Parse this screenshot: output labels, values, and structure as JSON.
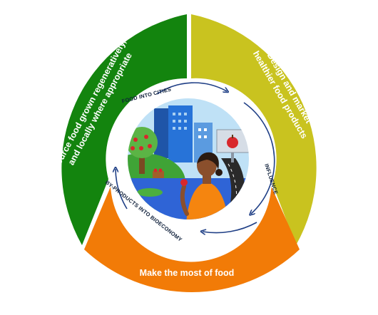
{
  "segments": {
    "left": {
      "label_line1": "Source food grown regeneratively,",
      "label_line2": "and locally where appropriate",
      "color": "#13840e"
    },
    "right": {
      "label_line1": "Design and market",
      "label_line2": "healthier food products",
      "color": "#c9c31f"
    },
    "bottom": {
      "label": "Make the most of food",
      "color": "#f27b07"
    }
  },
  "cycle": {
    "top": "FOOD INTO CITIES",
    "right": "INFLUENCE",
    "bottom": "BY-PRODUCTS INTO BIOECONOMY",
    "arrow_color": "#1f3f86"
  },
  "illustration": {
    "sky_color": "#bfe1f6",
    "building_color": "#2773d8",
    "water_color": "#2f64d6",
    "grass_color": "#3fa336",
    "person_top_color": "#f5850f",
    "icons": [
      "apple-tree-icon",
      "apple-icon",
      "city-buildings-icon",
      "billboard-icon",
      "road-icon",
      "food-basket-icon"
    ]
  }
}
